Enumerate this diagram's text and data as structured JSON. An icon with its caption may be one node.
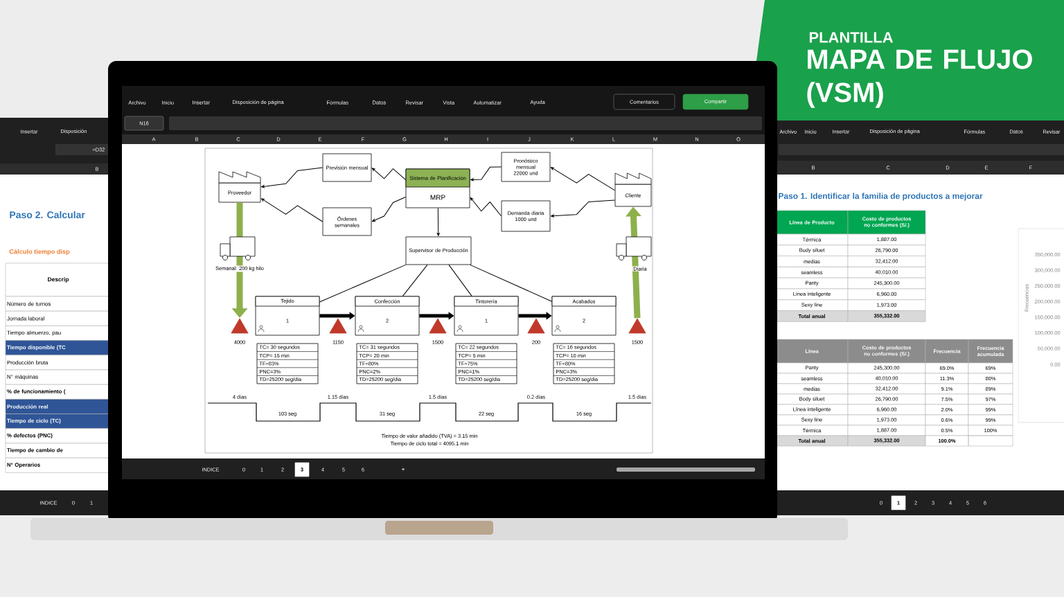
{
  "diagram": {
    "nodes": [
      {
        "text": [
          "Proveedor"
        ]
      },
      {
        "text": [
          "Previsión mensual"
        ]
      },
      {
        "text": [
          "Órdenes semanales"
        ]
      },
      {
        "text": [
          "Sistema de Planificación",
          "MRP"
        ]
      },
      {
        "text": [
          "Pronóstico mensual 22000 und"
        ]
      },
      {
        "text": [
          "Demanda diaria 1000 und"
        ]
      },
      {
        "text": [
          "Cliente"
        ]
      },
      {
        "text": [
          "Supervisor de Producción"
        ]
      },
      {
        "text": [
          "Tejido",
          "1"
        ]
      },
      {
        "text": [
          "Confección",
          "2"
        ]
      },
      {
        "text": [
          "Tintorería",
          "1"
        ]
      },
      {
        "text": [
          "Acabados",
          "2"
        ]
      },
      {
        "text": [
          "TC= 30 segundos",
          "TCP= 15 min",
          "TF=83%",
          "PNC=3%",
          "TD=25200 seg/dia"
        ]
      },
      {
        "text": [
          "TC= 31 segundos",
          "TCP= 20 min",
          "TF=80%",
          "PNC=2%",
          "TD=25200 seg/dia"
        ]
      },
      {
        "text": [
          "TC= 22 segundos",
          "TCP= 5 min",
          "TF=75%",
          "PNC=1%",
          "TD=25200 seg/dia"
        ]
      },
      {
        "text": [
          "TC= 16 segundos",
          "TCP= 10 min",
          "TF=80%",
          "PNC=3%",
          "TD=25200 seg/dia"
        ]
      },
      {
        "text": [],
        "shape": "triangle",
        "beside": [
          "4000"
        ]
      },
      {
        "text": [],
        "shape": "triangle",
        "beside": [
          "1150"
        ]
      },
      {
        "text": [],
        "shape": "triangle",
        "beside": [
          "1500"
        ]
      },
      {
        "text": [],
        "shape": "triangle",
        "beside": [
          "200"
        ]
      },
      {
        "text": [],
        "shape": "triangle",
        "beside": [
          "1500"
        ]
      }
    ],
    "edges": [
      {
        "from": 3,
        "to": 1,
        "arrow": "to"
      },
      {
        "from": 1,
        "to": 0,
        "arrow": "to"
      },
      {
        "from": 3,
        "to": 2,
        "arrow": "to"
      },
      {
        "from": 2,
        "to": 0,
        "arrow": "to"
      },
      {
        "from": 6,
        "to": 4,
        "arrow": "to"
      },
      {
        "from": 4,
        "to": 3,
        "arrow": "to"
      },
      {
        "from": 6,
        "to": 5,
        "arrow": "to"
      },
      {
        "from": 5,
        "to": 3,
        "arrow": "to"
      },
      {
        "from": 3,
        "to": 7,
        "arrow": "to"
      },
      {
        "from": 7,
        "to": 8,
        "arrow": "none"
      },
      {
        "from": 7,
        "to": 9,
        "arrow": "none"
      },
      {
        "from": 7,
        "to": 10,
        "arrow": "none"
      },
      {
        "from": 7,
        "to": 11,
        "arrow": "none"
      },
      {
        "from": 8,
        "to": 9,
        "arrow": "to",
        "style": "thick"
      },
      {
        "from": 9,
        "to": 10,
        "arrow": "to",
        "style": "thick"
      },
      {
        "from": 10,
        "to": 11,
        "arrow": "to",
        "style": "thick"
      },
      {
        "from": 0,
        "to": 16,
        "arrow": "to",
        "style": "thick",
        "color": "#8db04c"
      },
      {
        "from": 20,
        "to": 6,
        "arrow": "to",
        "style": "thick",
        "color": "#8db04c"
      }
    ],
    "labels": [
      "PLANTILLA",
      "MAPA DE FLUJO (VSM)",
      "Archivo",
      "Inicio",
      "Insertar",
      "Disposición de página",
      "Fórmulas",
      "Datos",
      "Revisar",
      "Vista",
      "Automatizar",
      "Ayuda",
      "Comentarios",
      "Compartir",
      "N16",
      "A",
      "B",
      "C",
      "D",
      "E",
      "F",
      "G",
      "H",
      "I",
      "J",
      "K",
      "L",
      "M",
      "N",
      "O",
      "Insertar",
      "Disposición",
      "=D32",
      "B",
      "Paso 2. Calcular",
      "Cálculo tiempo disp",
      "Descrip",
      "Número de turnos",
      "Jornada laboral",
      "Tiempo almuerzo, pau",
      "Tiempo disponible (TC",
      "Producción bruta",
      "N° máquinas",
      "% de funcionamiento (",
      "Producción real",
      "Tiempo de ciclo (TC)",
      "% defectos  (PNC)",
      "Tiempo de cambio de",
      "N° Operarios",
      "INDICE",
      "0",
      "1",
      "Archivo",
      "Inicio",
      "Insertar",
      "Disposición de página",
      "Fórmulas",
      "Datos",
      "Revisar",
      "B",
      "C",
      "D",
      "E",
      "F",
      "Paso 1. Identificar la familia de productos a mejorar",
      "Línea de Producto",
      "Costo de productos no conformes (S/.)",
      "Térmica",
      "1,887.00",
      "Body siluet",
      "26,790.00",
      "medias",
      "32,412.00",
      "seamless",
      "40,010.00",
      "Panty",
      "245,300.00",
      "Línea inteligente",
      "6,960.00",
      "Sexy line",
      "1,973.00",
      "Total anual",
      "355,332.00",
      "Línea",
      "Costo de productos no conformes (S/.)",
      "Frecuencia",
      "Frecuencia acumulada",
      "Panty",
      "245,300.00",
      "69.0%",
      "69%",
      "seamless",
      "40,010.00",
      "11.3%",
      "80%",
      "medias",
      "32,412.00",
      "9.1%",
      "89%",
      "Body siluet",
      "26,790.00",
      "7.5%",
      "97%",
      "Línea inteligente",
      "6,960.00",
      "2.0%",
      "99%",
      "Sexy line",
      "1,973.00",
      "0.6%",
      "99%",
      "Térmica",
      "1,887.00",
      "0.5%",
      "100%",
      "Total anual",
      "355,332.00",
      "100.0%",
      "350,000.00",
      "300,000.00",
      "250,000.00",
      "200,000.00",
      "150,000.00",
      "100,000.00",
      "50,000.00",
      "0.00",
      "Frecuencias",
      "0",
      "1",
      "2",
      "3",
      "4",
      "5",
      "6",
      "INDICE",
      "0",
      "1",
      "2",
      "3",
      "4",
      "5",
      "6",
      "+",
      "Semanal: 200 kg hilo",
      "Diaria",
      "4 días",
      "1.15 días",
      "1.5 días",
      "0.2 días",
      "1.5 días",
      "103 seg",
      "31 seg",
      "22 seg",
      "16 seg",
      "Tiempo de valor añadido (TVA) = 3.15 min",
      "Tiempo de ciclo total = 4095.1 min"
    ]
  }
}
